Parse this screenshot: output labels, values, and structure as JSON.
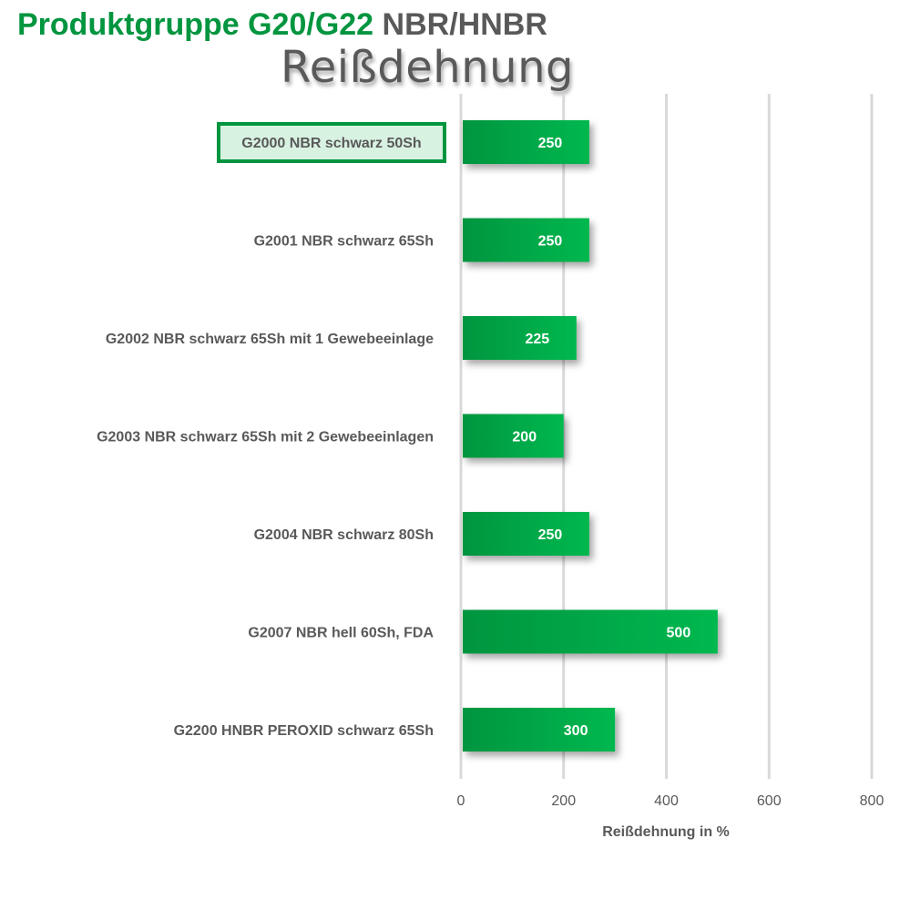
{
  "title": {
    "green": "Produktgruppe G20/G22",
    "gray": "NBR/HNBR"
  },
  "chart_data": {
    "type": "bar",
    "orientation": "horizontal",
    "title": "Reißdehnung",
    "categories": [
      "G2000 NBR schwarz 50Sh",
      "G2001 NBR schwarz 65Sh",
      "G2002 NBR schwarz 65Sh mit 1 Gewebeeinlage",
      "G2003 NBR schwarz 65Sh mit 2 Gewebeeinlagen",
      "G2004 NBR schwarz 80Sh",
      "G2007 NBR hell 60Sh, FDA",
      "G2200 HNBR PEROXID schwarz 65Sh"
    ],
    "values": [
      250,
      250,
      225,
      200,
      250,
      500,
      300
    ],
    "xlabel": "Reißdehnung in %",
    "ylabel": "",
    "xlim": [
      0,
      800
    ],
    "xticks": [
      0,
      200,
      400,
      600,
      800
    ],
    "grid": true,
    "highlighted_category": "G2000 NBR schwarz 50Sh",
    "colors": {
      "bar_dark": "#00953f",
      "bar_light": "#00b84f",
      "highlight_fill": "#d8f2e2",
      "highlight_border": "#00953f"
    }
  }
}
